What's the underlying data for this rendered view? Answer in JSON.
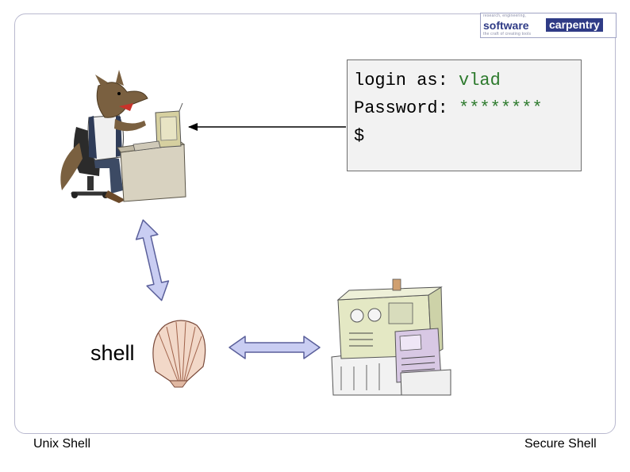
{
  "logo": {
    "top_tagline": "research, engineering,",
    "word_one": "software",
    "word_two": "carpentry",
    "bottom_tagline": "the craft of creating tools"
  },
  "terminal": {
    "lines": [
      {
        "prompt": "login as: ",
        "value": "vlad"
      },
      {
        "prompt": "Password: ",
        "value": "********"
      },
      {
        "prompt": "$",
        "value": ""
      }
    ]
  },
  "labels": {
    "shell": "shell"
  },
  "footer": {
    "left": "Unix Shell",
    "right": "Secure Shell"
  },
  "colors": {
    "frame": "#b9b9cf",
    "arrow_fill": "#c9cdf2",
    "arrow_stroke": "#5a5f9a",
    "logo_blue": "#2f3b86",
    "terminal_value": "#2d7a2d"
  },
  "icons": {
    "user": "wolf-at-computer-icon",
    "shell": "seashell-icon",
    "server": "server-computer-icon"
  }
}
